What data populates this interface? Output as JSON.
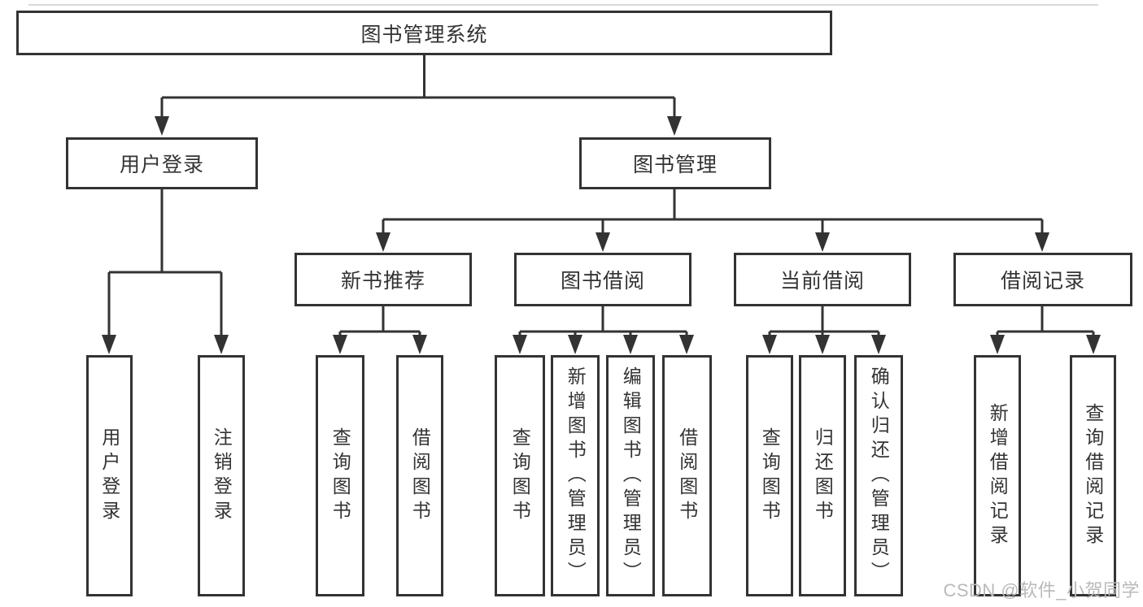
{
  "tree": {
    "root": {
      "label": "图书管理系统"
    },
    "children": [
      {
        "label": "用户登录",
        "children": [
          {
            "label": "用户登录"
          },
          {
            "label": "注销登录"
          }
        ]
      },
      {
        "label": "图书管理",
        "children": [
          {
            "label": "新书推荐",
            "children": [
              {
                "label": "查询图书"
              },
              {
                "label": "借阅图书"
              }
            ]
          },
          {
            "label": "图书借阅",
            "children": [
              {
                "label": "查询图书"
              },
              {
                "label": "新增图书（管理员）"
              },
              {
                "label": "编辑图书（管理员）"
              },
              {
                "label": "借阅图书"
              }
            ]
          },
          {
            "label": "当前借阅",
            "children": [
              {
                "label": "查询图书"
              },
              {
                "label": "归还图书"
              },
              {
                "label": "确认归还（管理员）"
              }
            ]
          },
          {
            "label": "借阅记录",
            "children": [
              {
                "label": "新增借阅记录"
              },
              {
                "label": "查询借阅记录"
              }
            ]
          }
        ]
      }
    ]
  },
  "watermark": {
    "text": "CSDN @软件_小贺同学"
  },
  "colors": {
    "line": "#333333",
    "box_border": "#333333",
    "text": "#333333",
    "watermark_text": "#b9b9b9",
    "hairline": "#d9d9d9",
    "background": "#ffffff"
  }
}
